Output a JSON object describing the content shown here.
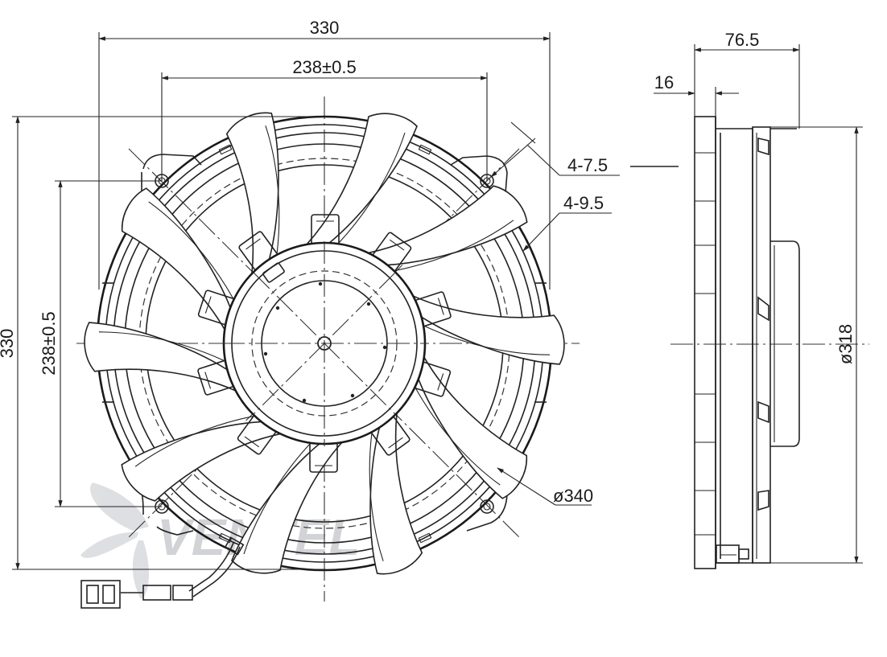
{
  "dimensions": {
    "overall_width": "330",
    "hole_spacing_x": "238±0.5",
    "overall_height": "330",
    "hole_spacing_y": "238±0.5",
    "small_holes": "4-7.5",
    "large_holes": "4-9.5",
    "outer_diameter": "ø340",
    "depth": "76.5",
    "flange_thickness": "16",
    "ring_diameter": "ø318"
  },
  "watermark": {
    "text": "VENTEL",
    "colors": {
      "gray": "#c9ccd0",
      "blue": "#9cc8e6"
    }
  }
}
